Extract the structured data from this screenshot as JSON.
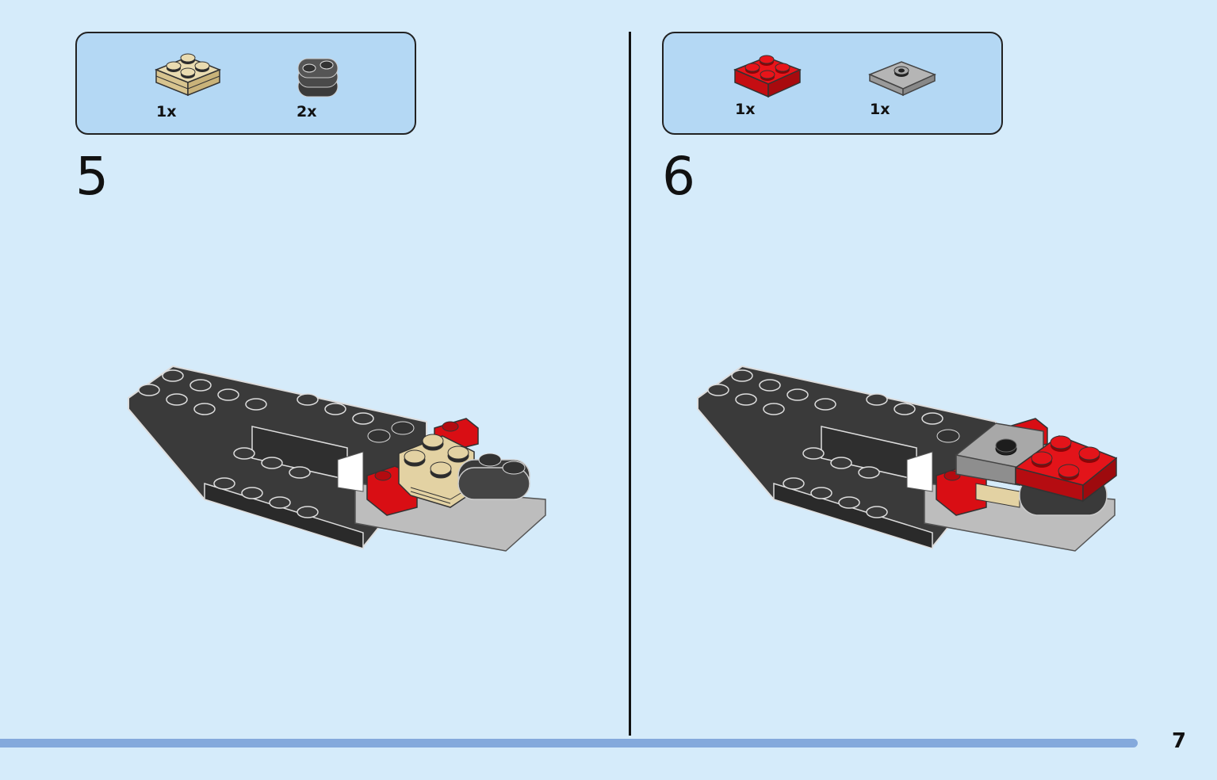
{
  "steps": [
    {
      "number": "5",
      "parts": [
        {
          "name": "tan-plate-2x2",
          "qty": "1x",
          "color": "#e3d2a3"
        },
        {
          "name": "dark-gray-plate-rounded-1x2",
          "qty": "2x",
          "color": "#4a4a4a"
        }
      ]
    },
    {
      "number": "6",
      "parts": [
        {
          "name": "red-plate-2x2",
          "qty": "1x",
          "color": "#d90e14"
        },
        {
          "name": "gray-tile-2x2-center-stud",
          "qty": "1x",
          "color": "#a0a0a0"
        }
      ]
    }
  ],
  "page_number": "7",
  "colors": {
    "background": "#d5ebfa",
    "parts_box": "#b4d8f4",
    "bar": "#84a9dc"
  }
}
